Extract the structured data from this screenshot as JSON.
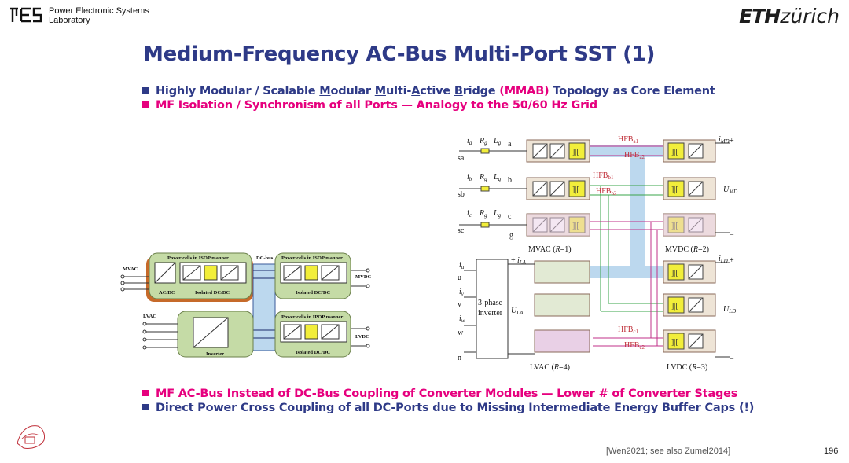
{
  "header": {
    "lab_line1": "Power Electronic Systems",
    "lab_line2": "Laboratory",
    "eth_bold": "ETH",
    "eth_rest": "zürich"
  },
  "title": "Medium-Frequency AC-Bus Multi-Port SST (1)",
  "bullets_top": [
    {
      "pre": "Highly Modular / Scalable ",
      "u1": "M",
      "t1": "odular ",
      "u2": "M",
      "t2": "ulti-",
      "u3": "A",
      "t3": "ctive ",
      "u4": "B",
      "t4": "ridge ",
      "hl": "(MMAB)",
      "post": " Topology as Core Element"
    },
    {
      "text": "MF Isolation / Synchronism of all Ports — Analogy to the 50/60 Hz Grid"
    }
  ],
  "bullets_bottom": [
    "MF AC-Bus Instead of DC-Bus Coupling of Converter Modules — Lower # of Converter Stages",
    "Direct Power Cross Coupling of all DC-Ports due to Missing Intermediate Energy Buffer Caps (!)"
  ],
  "left_fig": {
    "mvac": "MVAC",
    "lvac": "LVAC",
    "mvdc": "MVDC",
    "lvdc": "LVDC",
    "dcbus": "DC-bus",
    "isop1": "Power cells in ISOP manner",
    "isop2": "Power cells in ISOP manner",
    "ipop": "Power cells in IPOP manner",
    "acdc": "AC/DC",
    "isodcdc1": "Isolated DC/DC",
    "isodcdc2": "Isolated DC/DC",
    "isodcdc3": "Isolated DC/DC",
    "inverter": "Inverter"
  },
  "right_fig": {
    "sa": "sa",
    "sb": "sb",
    "sc": "sc",
    "a": "a",
    "b": "b",
    "c": "c",
    "g": "g",
    "ia": "i",
    "ia_sub": "a",
    "ib": "i",
    "ib_sub": "b",
    "ic": "i",
    "ic_sub": "c",
    "rg": "R",
    "rg_sub": "g",
    "lg": "L",
    "lg_sub": "g",
    "hfba1": "HFB",
    "hfba1_sub": "a1",
    "hfba2": "HFB",
    "hfba2_sub": "a2",
    "hfbb1": "HFB",
    "hfbb1_sub": "b1",
    "hfbb2": "HFB",
    "hfbb2_sub": "b2",
    "hfbc1": "HFB",
    "hfbc1_sub": "c1",
    "hfbc2": "HFB",
    "hfbc2_sub": "c2",
    "imd": "i",
    "imd_sub": "MD",
    "umd": "U",
    "umd_sub": "MD",
    "mvac": "MVAC (",
    "mvac_r": "R",
    "mvac_n": "=1)",
    "mvdc": "MVDC (",
    "mvdc_r": "R",
    "mvdc_n": "=2)",
    "lvac": "LVAC (",
    "lvac_r": "R",
    "lvac_n": "=4)",
    "lvdc": "LVDC (",
    "lvdc_r": "R",
    "lvdc_n": "=3)",
    "iu": "i",
    "iu_sub": "u",
    "iv": "i",
    "iv_sub": "v",
    "iw": "i",
    "iw_sub": "w",
    "u": "u",
    "v": "v",
    "w": "w",
    "n": "n",
    "inv1": "3-phase",
    "inv2": "inverter",
    "ila": "i",
    "ila_sub": "LA",
    "ula": "U",
    "ula_sub": "LA",
    "ild": "i",
    "ild_sub": "LD",
    "uld": "U",
    "uld_sub": "LD",
    "plus": "+",
    "minus": "−"
  },
  "reference": "[Wen2021; see also Zumel2014]",
  "page_number": "196",
  "colors": {
    "navy": "#2e3a87",
    "pink": "#e6007e",
    "bus_blue": "#bcd8ee",
    "hfb_yellow": "#f2ee3a",
    "wire_green": "#3aa54a",
    "wire_pink": "#c0308a",
    "cell_beige": "#eee4d6",
    "cell_pink": "#e9d0e6",
    "cell_green": "#e2ead4"
  }
}
